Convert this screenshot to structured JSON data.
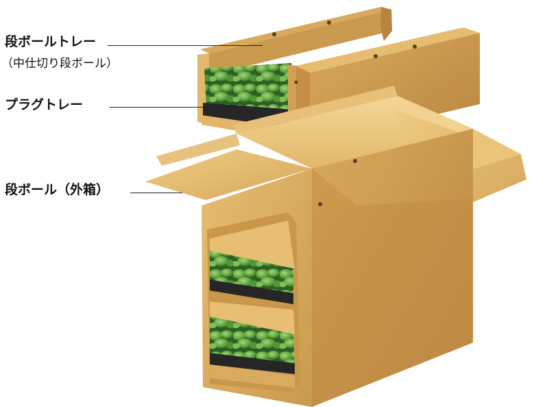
{
  "labels": {
    "tray": "段ボールトレー",
    "tray_sub": "（中仕切り段ボール）",
    "plug_tray": "プラグトレー",
    "outer_box": "段ボール（外箱）"
  },
  "colors": {
    "cardboard_light": "#E2B76A",
    "cardboard_mid": "#D2A457",
    "cardboard_dark": "#B9853E",
    "cardboard_inner": "#F0CF8A",
    "plant_green": "#3E8B2E",
    "plant_light": "#8CC36A",
    "tray_black": "#2A2A2A"
  }
}
